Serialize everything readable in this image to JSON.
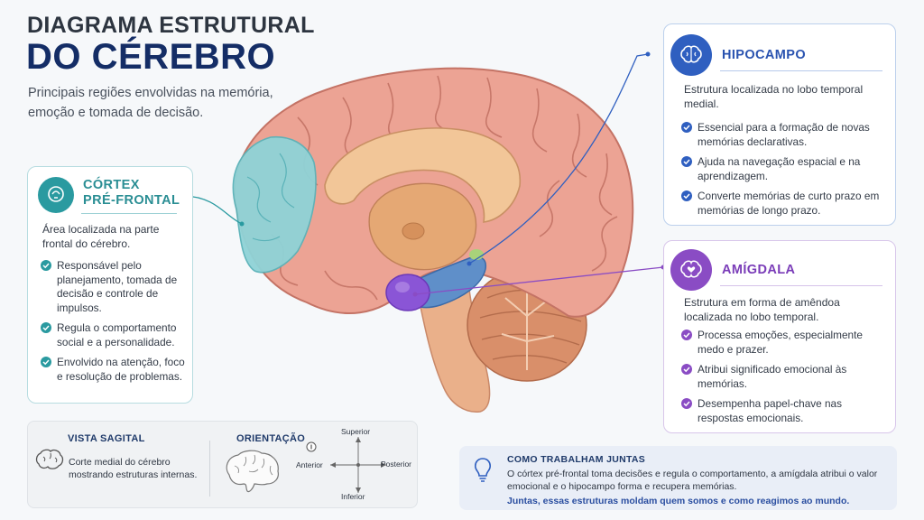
{
  "header": {
    "title_line1": "DIAGRAMA ESTRUTURAL",
    "title_line2": "DO CÉREBRO",
    "subtitle": "Principais regiões envolvidas na memória, emoção e tomada de decisão."
  },
  "prefrontal": {
    "title_line1": "CÓRTEX",
    "title_line2": "PRÉ-FRONTAL",
    "description": "Área localizada na parte frontal do cérebro.",
    "bullets": [
      "Responsável pelo planejamento, tomada de decisão e controle de impulsos.",
      "Regula o comportamento social e a personalidade.",
      "Envolvido na atenção, foco e resolução de problemas."
    ],
    "color": "#2a9aa0"
  },
  "hippocampus": {
    "title": "HIPOCAMPO",
    "description": "Estrutura localizada no lobo temporal medial.",
    "bullets": [
      "Essencial para a formação de novas memórias declarativas.",
      "Ajuda na navegação espacial e na aprendizagem.",
      "Converte memórias de curto prazo em memórias de longo prazo."
    ],
    "color": "#2f5fc0"
  },
  "amygdala": {
    "title": "AMÍGDALA",
    "description": "Estrutura em forma de amêndoa localizada no lobo temporal.",
    "bullets": [
      "Processa emoções, especialmente medo e prazer.",
      "Atribui significado emocional às memórias.",
      "Desempenha papel-chave nas respostas emocionais."
    ],
    "color": "#8a4cc4"
  },
  "sagittal": {
    "title": "VISTA SAGITAL",
    "description": "Corte medial do cérebro mostrando estruturas internas."
  },
  "orientation": {
    "title": "ORIENTAÇÃO",
    "superior": "Superior",
    "inferior": "Inferior",
    "anterior": "Anterior",
    "posterior": "Posterior"
  },
  "how": {
    "title": "COMO TRABALHAM JUNTAS",
    "text": "O córtex pré-frontal toma decisões e regula o comportamento, a amígdala atribui o valor emocional e o hipocampo forma e recupera memórias.",
    "highlight": "Juntas, essas estruturas moldam quem somos e como reagimos ao mundo."
  }
}
